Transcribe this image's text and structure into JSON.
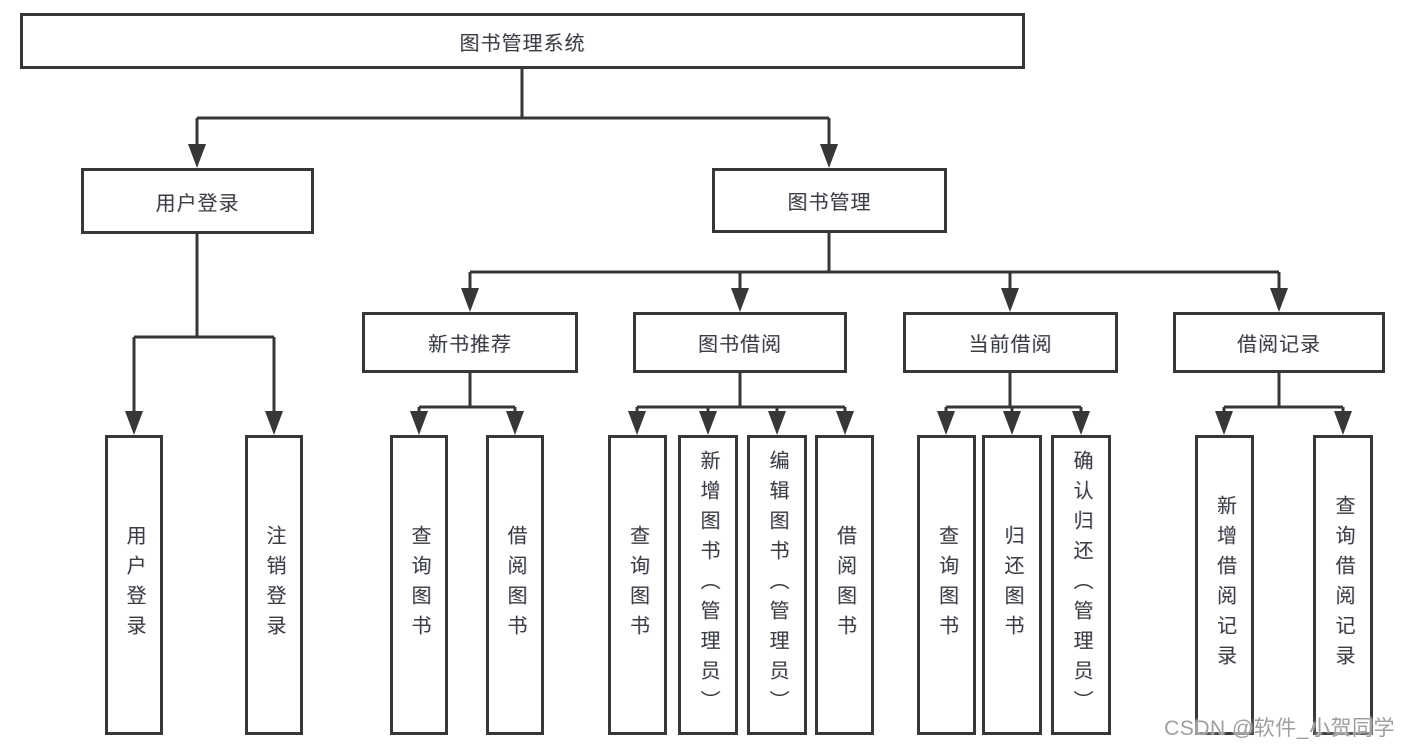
{
  "diagram": {
    "root": {
      "label": "图书管理系统"
    },
    "level2": [
      {
        "label": "用户登录"
      },
      {
        "label": "图书管理"
      }
    ],
    "level3": [
      {
        "label": "新书推荐"
      },
      {
        "label": "图书借阅"
      },
      {
        "label": "当前借阅"
      },
      {
        "label": "借阅记录"
      }
    ],
    "leaves": [
      {
        "label": "用户登录",
        "parent": "用户登录"
      },
      {
        "label": "注销登录",
        "parent": "用户登录"
      },
      {
        "label": "查询图书",
        "parent": "新书推荐"
      },
      {
        "label": "借阅图书",
        "parent": "新书推荐"
      },
      {
        "label": "查询图书",
        "parent": "图书借阅"
      },
      {
        "label": "新增图书（管理员）",
        "parent": "图书借阅"
      },
      {
        "label": "编辑图书（管理员）",
        "parent": "图书借阅"
      },
      {
        "label": "借阅图书",
        "parent": "图书借阅"
      },
      {
        "label": "查询图书",
        "parent": "当前借阅"
      },
      {
        "label": "归还图书",
        "parent": "当前借阅"
      },
      {
        "label": "确认归还（管理员）",
        "parent": "当前借阅"
      },
      {
        "label": "新增借阅记录",
        "parent": "借阅记录"
      },
      {
        "label": "查询借阅记录",
        "parent": "借阅记录"
      }
    ]
  },
  "watermark": {
    "text": "CSDN @软件_小贺同学"
  },
  "colors": {
    "line": "#373737",
    "box_border": "#373737",
    "text": "#3d3d3d",
    "watermark": "#9e9e9e",
    "background": "#ffffff"
  }
}
